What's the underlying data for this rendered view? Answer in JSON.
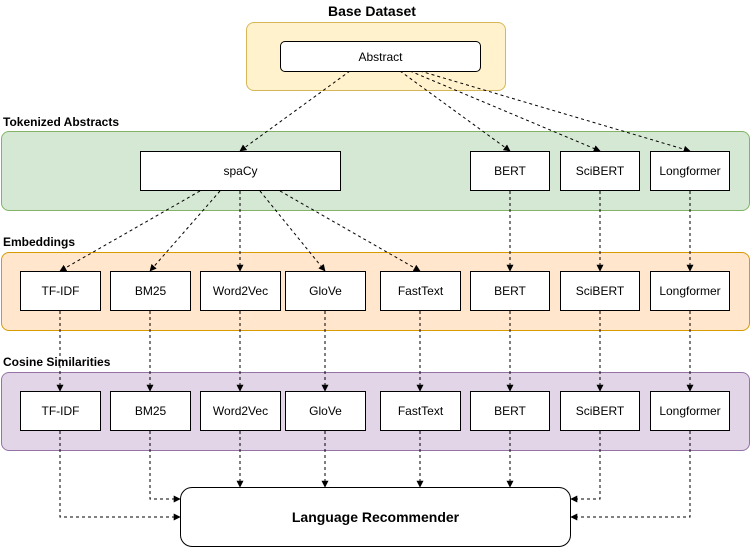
{
  "sections": {
    "base": {
      "title": "Base Dataset",
      "color": "#fff2cc",
      "border": "#d6b656"
    },
    "tokenized": {
      "title": "Tokenized Abstracts",
      "color": "#d5e8d4",
      "border": "#82b366"
    },
    "embeddings": {
      "title": "Embeddings",
      "color": "#ffe6cc",
      "border": "#d79b00"
    },
    "cosine": {
      "title": "Cosine Similarities",
      "color": "#e1d5e7",
      "border": "#9673a6"
    }
  },
  "nodes": {
    "abstract": "Abstract",
    "tokenizers": [
      "spaCy",
      "BERT",
      "SciBERT",
      "Longformer"
    ],
    "embeddings": [
      "TF-IDF",
      "BM25",
      "Word2Vec",
      "GloVe",
      "FastText",
      "BERT",
      "SciBERT",
      "Longformer"
    ],
    "similarities": [
      "TF-IDF",
      "BM25",
      "Word2Vec",
      "GloVe",
      "FastText",
      "BERT",
      "SciBERT",
      "Longformer"
    ],
    "recommender": "Language Recommender"
  }
}
